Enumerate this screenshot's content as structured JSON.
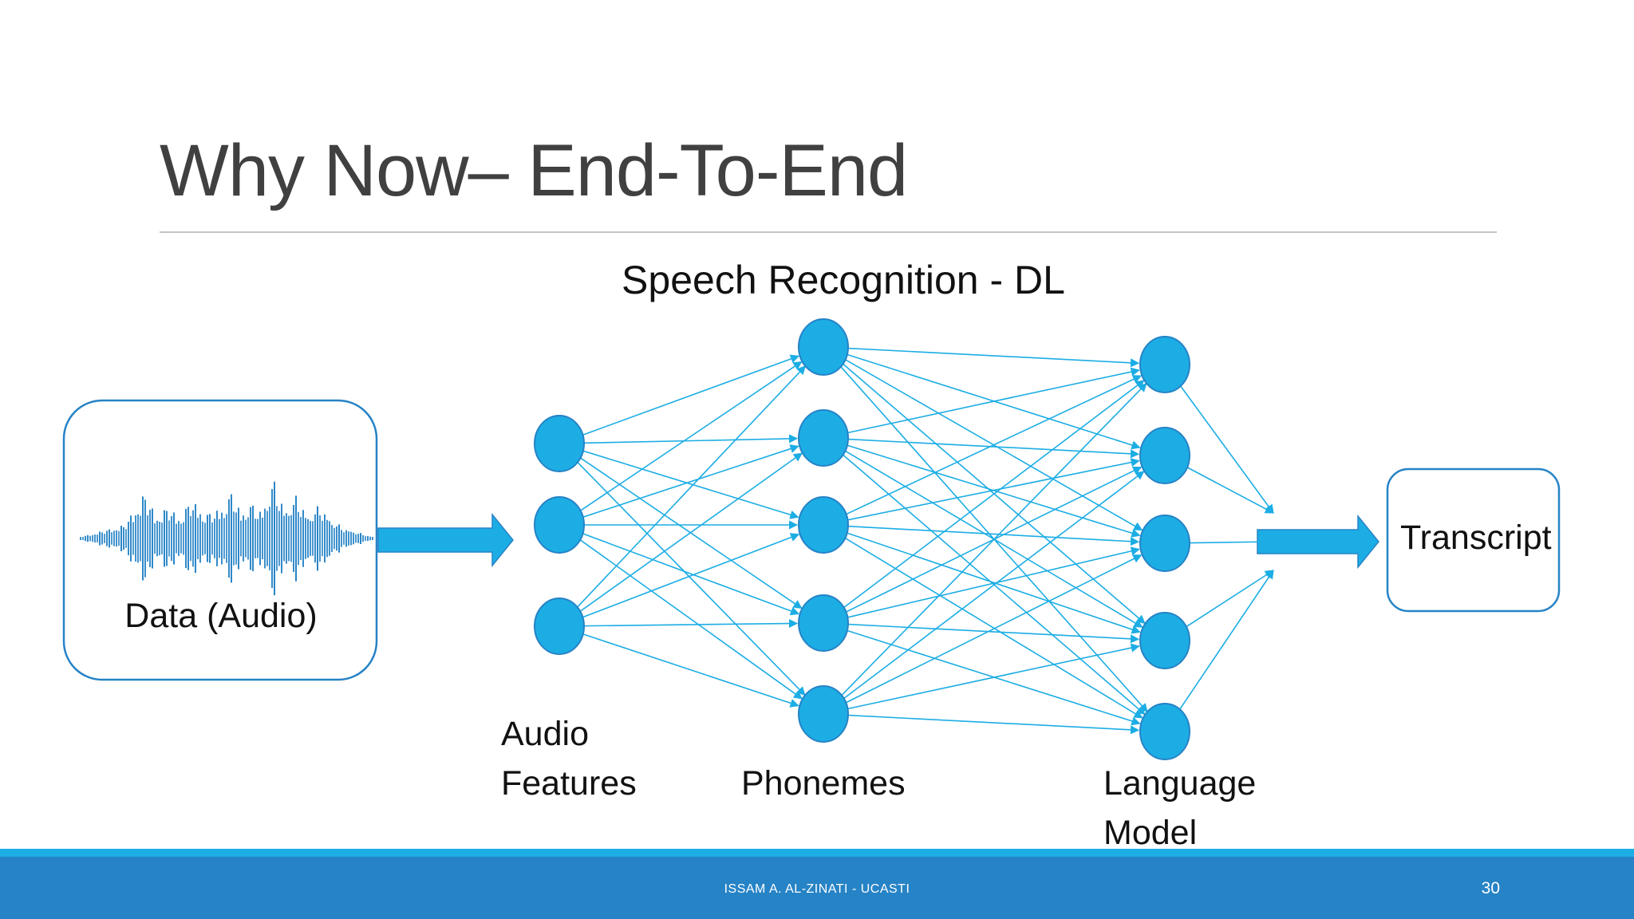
{
  "slide": {
    "title": "Why Now– End-To-End",
    "footer_text": "ISSAM A. AL-ZINATI - UCASTI",
    "page_number": "30"
  },
  "diagram": {
    "heading": "Speech Recognition - DL",
    "input_label": "Data (Audio)",
    "output_label": "Transcript",
    "layers": [
      {
        "label_lines": [
          "Audio",
          "Features"
        ],
        "node_count": 3
      },
      {
        "label_lines": [
          "Phonemes"
        ],
        "node_count": 5
      },
      {
        "label_lines": [
          "Language",
          "Model"
        ],
        "node_count": 5
      }
    ],
    "icons": {
      "input": "audio-waveform-icon"
    },
    "colors": {
      "node_fill": "#1cade4",
      "node_stroke": "#2683c6",
      "edge": "#1cade4",
      "box_stroke": "#2683c6",
      "waveform": "#2683c6"
    }
  }
}
